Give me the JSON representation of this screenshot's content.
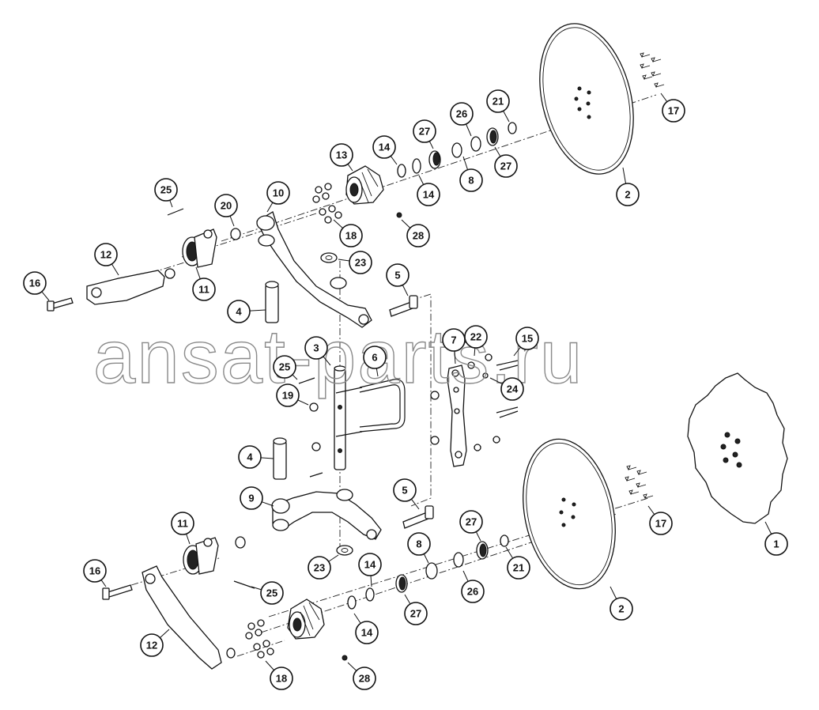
{
  "watermark": "ansat-parts.ru",
  "callouts": [
    {
      "id": "c1",
      "text": "1"
    },
    {
      "id": "c2a",
      "text": "2"
    },
    {
      "id": "c2b",
      "text": "2"
    },
    {
      "id": "c3",
      "text": "3"
    },
    {
      "id": "c4a",
      "text": "4"
    },
    {
      "id": "c4b",
      "text": "4"
    },
    {
      "id": "c5a",
      "text": "5"
    },
    {
      "id": "c5b",
      "text": "5"
    },
    {
      "id": "c6",
      "text": "6"
    },
    {
      "id": "c7",
      "text": "7"
    },
    {
      "id": "c8a",
      "text": "8"
    },
    {
      "id": "c8b",
      "text": "8"
    },
    {
      "id": "c9",
      "text": "9"
    },
    {
      "id": "c10",
      "text": "10"
    },
    {
      "id": "c11a",
      "text": "11"
    },
    {
      "id": "c11b",
      "text": "11"
    },
    {
      "id": "c12a",
      "text": "12"
    },
    {
      "id": "c12b",
      "text": "12"
    },
    {
      "id": "c13",
      "text": "13"
    },
    {
      "id": "c14a",
      "text": "14"
    },
    {
      "id": "c14b",
      "text": "14"
    },
    {
      "id": "c14c",
      "text": "14"
    },
    {
      "id": "c14d",
      "text": "14"
    },
    {
      "id": "c15",
      "text": "15"
    },
    {
      "id": "c16a",
      "text": "16"
    },
    {
      "id": "c16b",
      "text": "16"
    },
    {
      "id": "c17a",
      "text": "17"
    },
    {
      "id": "c17b",
      "text": "17"
    },
    {
      "id": "c18a",
      "text": "18"
    },
    {
      "id": "c18b",
      "text": "18"
    },
    {
      "id": "c19",
      "text": "19"
    },
    {
      "id": "c20",
      "text": "20"
    },
    {
      "id": "c21a",
      "text": "21"
    },
    {
      "id": "c21b",
      "text": "21"
    },
    {
      "id": "c22",
      "text": "22"
    },
    {
      "id": "c23a",
      "text": "23"
    },
    {
      "id": "c23b",
      "text": "23"
    },
    {
      "id": "c24",
      "text": "24"
    },
    {
      "id": "c25a",
      "text": "25"
    },
    {
      "id": "c25b",
      "text": "25"
    },
    {
      "id": "c25c",
      "text": "25"
    },
    {
      "id": "c26a",
      "text": "26"
    },
    {
      "id": "c26b",
      "text": "26"
    },
    {
      "id": "c27a",
      "text": "27"
    },
    {
      "id": "c27b",
      "text": "27"
    },
    {
      "id": "c27c",
      "text": "27"
    },
    {
      "id": "c27d",
      "text": "27"
    },
    {
      "id": "c28a",
      "text": "28"
    },
    {
      "id": "c28b",
      "text": "28"
    }
  ]
}
